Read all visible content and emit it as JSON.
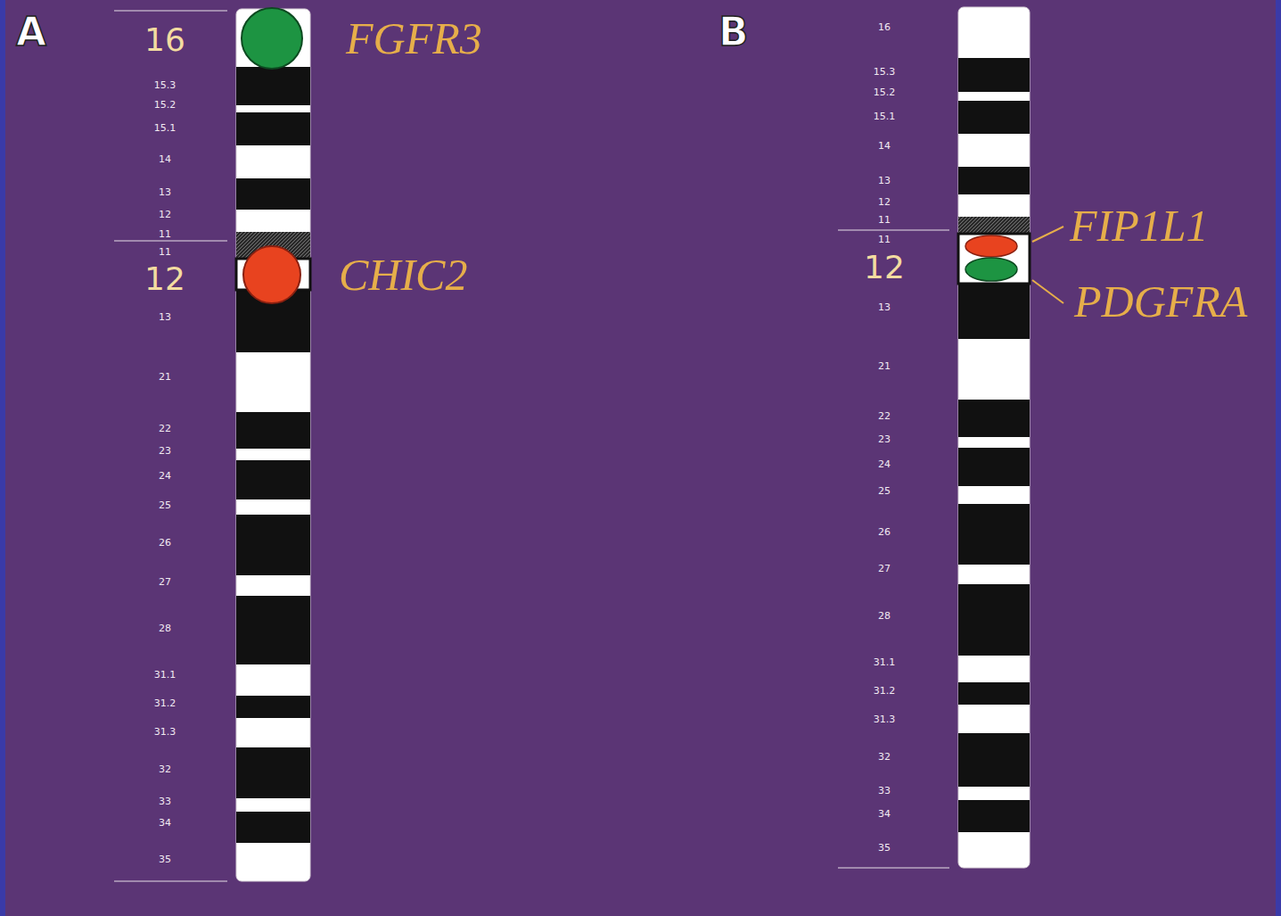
{
  "diagram": {
    "labels": [
      "A",
      "16",
      "15.3",
      "15.2",
      "15.1",
      "14",
      "13",
      "12",
      "11",
      "11",
      "12",
      "13",
      "21",
      "22",
      "23",
      "24",
      "25",
      "26",
      "27",
      "28",
      "31.1",
      "31.2",
      "31.3",
      "32",
      "33",
      "34",
      "35",
      "FGFR3",
      "CHIC2",
      "B",
      "16",
      "15.3",
      "15.2",
      "15.1",
      "14",
      "13",
      "12",
      "11",
      "11",
      "12",
      "13",
      "21",
      "22",
      "23",
      "24",
      "25",
      "26",
      "27",
      "28",
      "31.1",
      "31.2",
      "31.3",
      "32",
      "33",
      "34",
      "35",
      "FIP1L1",
      "PDGFRA"
    ]
  }
}
